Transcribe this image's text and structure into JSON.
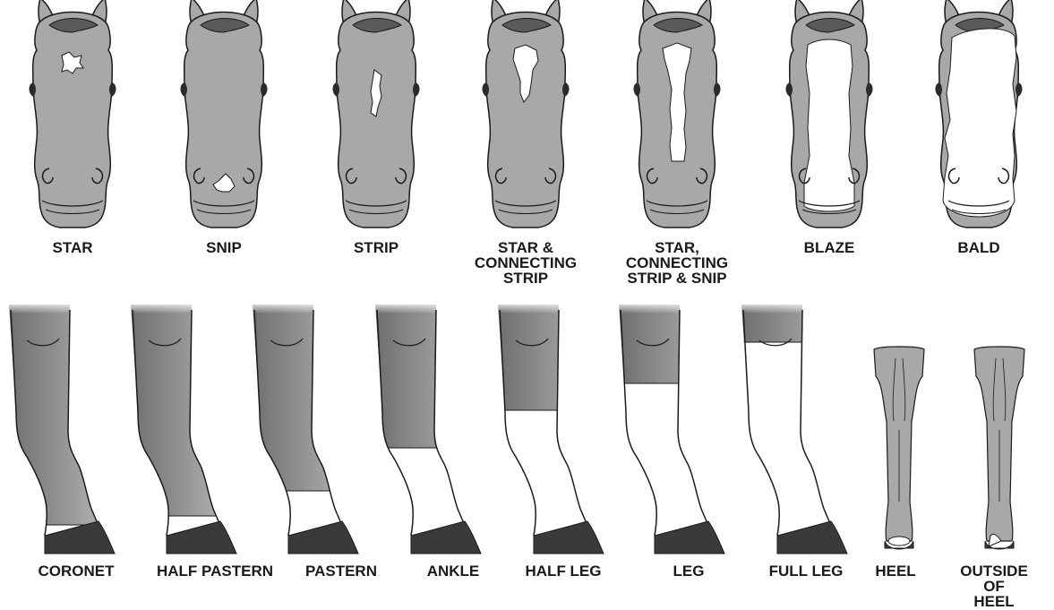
{
  "face_markings": [
    {
      "id": "star",
      "label": "STAR"
    },
    {
      "id": "snip",
      "label": "SNIP"
    },
    {
      "id": "strip",
      "label": "STRIP"
    },
    {
      "id": "star-connecting-strip",
      "label": "STAR &\nCONNECTING\nSTRIP"
    },
    {
      "id": "star-connecting-strip-snip",
      "label": "STAR,\nCONNECTING\nSTRIP & SNIP"
    },
    {
      "id": "blaze",
      "label": "BLAZE"
    },
    {
      "id": "bald",
      "label": "BALD"
    }
  ],
  "leg_markings": [
    {
      "id": "coronet",
      "label": "CORONET"
    },
    {
      "id": "half-pastern",
      "label": "HALF PASTERN"
    },
    {
      "id": "pastern",
      "label": "PASTERN"
    },
    {
      "id": "ankle",
      "label": "ANKLE"
    },
    {
      "id": "half-leg",
      "label": "HALF LEG"
    },
    {
      "id": "leg",
      "label": "LEG"
    },
    {
      "id": "full-leg",
      "label": "FULL LEG"
    }
  ],
  "rear_leg_markings": [
    {
      "id": "heel",
      "label": "HEEL"
    },
    {
      "id": "outside-of-heel",
      "label": "OUTSIDE OF\nHEEL"
    }
  ],
  "colors": {
    "coat": "#a8a8a8",
    "coat_dark": "#7a7a7a",
    "mane": "#5a5a5a",
    "eye": "#2a2a2a",
    "hoof": "#3a3a3a",
    "white": "#ffffff",
    "outline": "#1a1a1a",
    "label": "#1a1a1a"
  }
}
